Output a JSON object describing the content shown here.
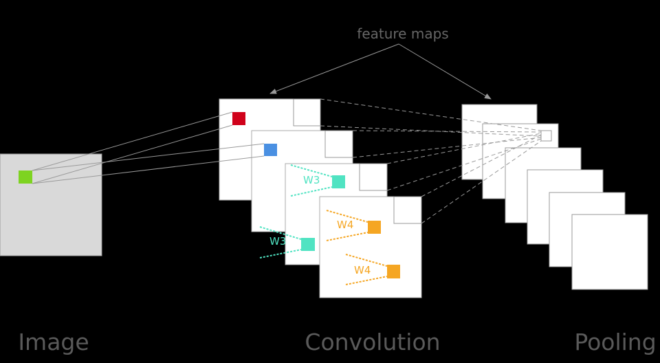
{
  "annotation": "feature maps",
  "labels": {
    "image": "Image",
    "convolution": "Convolution",
    "pooling": "Pooling"
  },
  "weights": {
    "w3": "W3",
    "w4": "W4"
  },
  "colors": {
    "background": "#000000",
    "image": "#d9d9d9",
    "green": "#7ed321",
    "red": "#d0021b",
    "blue": "#4a90e2",
    "teal": "#50e3c2",
    "orange": "#f5a623",
    "line": "#999999",
    "text": "#5a5a5a"
  }
}
